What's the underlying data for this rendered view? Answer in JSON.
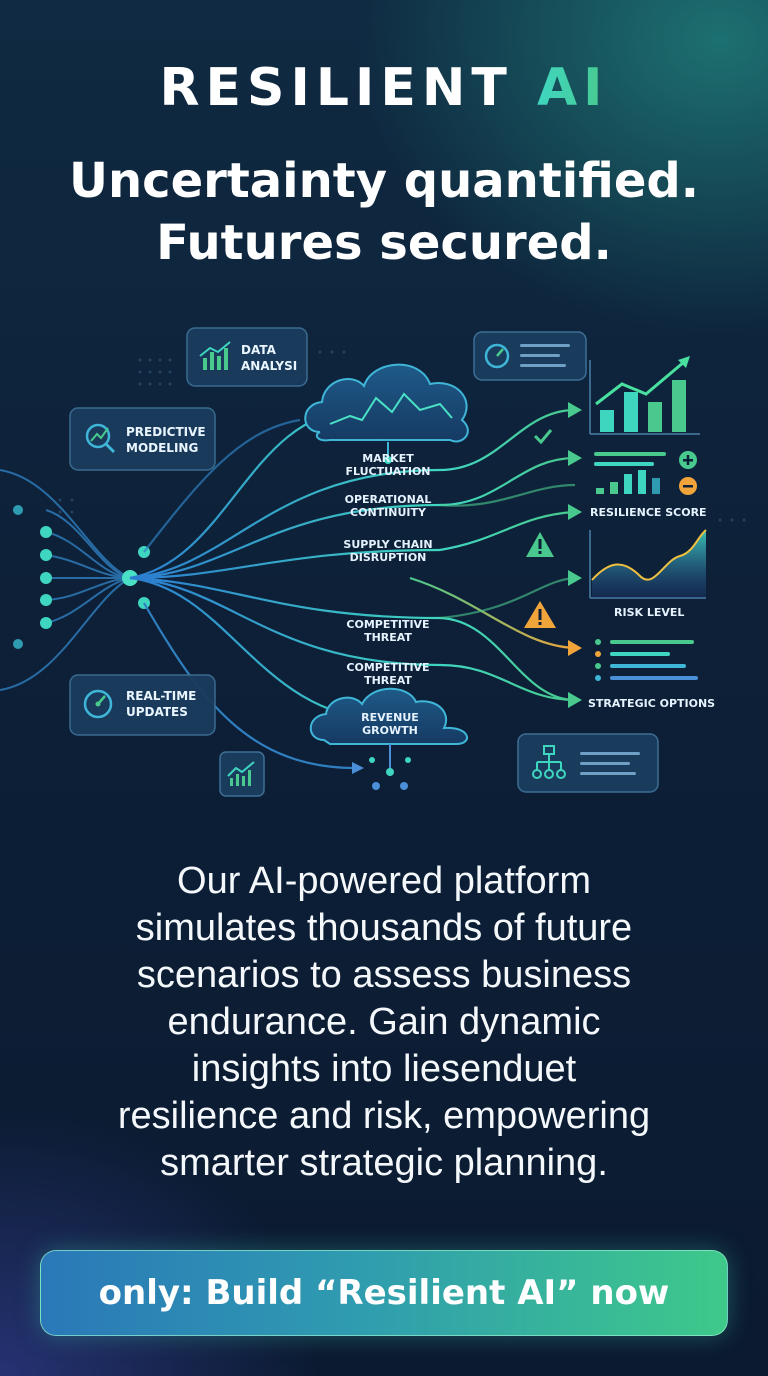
{
  "brand": {
    "name_main": "RESILIENT ",
    "name_accent": "AI"
  },
  "headline": {
    "line1": "Uncertainty quantified.",
    "line2": "Futures secured."
  },
  "diagram": {
    "cards": {
      "data_analysis": [
        "DATA",
        "ANALYSI"
      ],
      "predictive_modeling": [
        "PREDICTIVE",
        "MODELING"
      ],
      "real_time_updates": [
        "REAL-TIME",
        "UPDATES"
      ]
    },
    "scenarios": {
      "market_fluctuation": [
        "MARKET",
        "FLUCTUATION"
      ],
      "operational_continuity": [
        "OPERATIONAL",
        "CONTINUITY"
      ],
      "supply_chain_disruption": [
        "SUPPLY CHAIN",
        "DISRUPTION"
      ],
      "competitive_threat_1": [
        "COMPETITIVE",
        "THREAT"
      ],
      "competitive_threat_2": [
        "COMPETITIVE",
        "THREAT"
      ],
      "revenue_growth": [
        "REVENUE",
        "GROWTH"
      ]
    },
    "outputs": {
      "resilience_score": "RESILIENCE SCORE",
      "risk_level": "RISK LEVEL",
      "strategic_options": "STRATEGIC OPTIONS"
    },
    "colors": {
      "teal": "#3fd6c0",
      "green": "#49c98d",
      "orange": "#f0a43a",
      "blue": "#4a8fd8"
    },
    "icons": [
      "bar-chart-icon",
      "magnifier-trend-icon",
      "gauge-icon",
      "cloud-icon",
      "check-icon",
      "warning-icon",
      "plus-icon",
      "minus-icon",
      "org-chart-icon"
    ]
  },
  "body": {
    "lines": [
      "Our AI-powered platform",
      "simulates thousands of future",
      "scenarios to assess business",
      "endurance. Gain dynamic",
      "insights into liesenduet",
      "resilience and risk, empowering",
      "smarter strategic planning."
    ]
  },
  "cta": {
    "label": "only: Build “Resilient AI” now"
  }
}
